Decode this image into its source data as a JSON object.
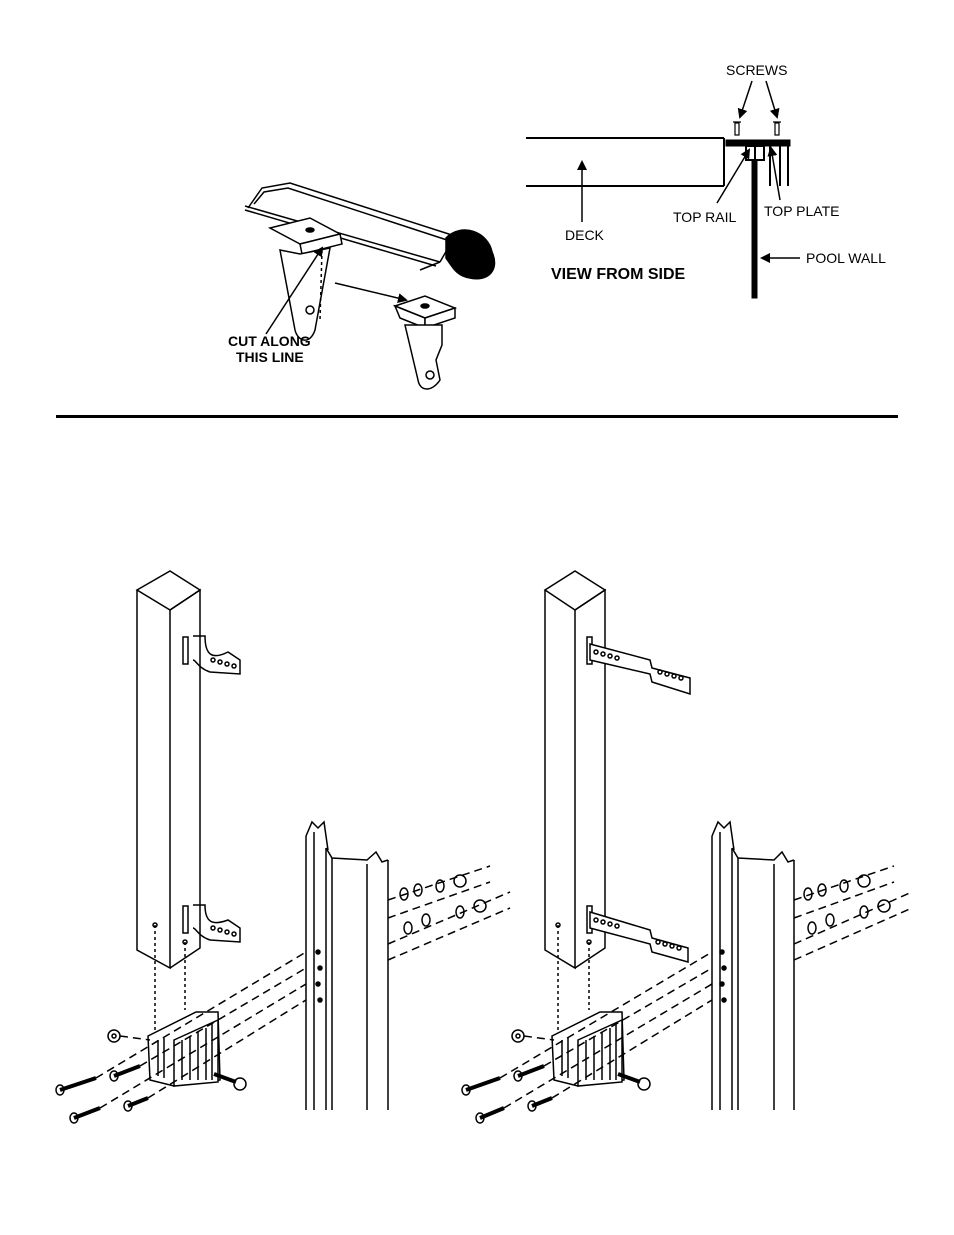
{
  "labels": {
    "screws": "SCREWS",
    "deck": "DECK",
    "top_rail": "TOP RAIL",
    "top_plate": "TOP PLATE",
    "pool_wall": "POOL WALL",
    "view_from_side": "VIEW FROM SIDE",
    "cut_along_1": "CUT ALONG",
    "cut_along_2": "THIS LINE"
  },
  "colors": {
    "ink": "#000000",
    "paper": "#ffffff"
  }
}
